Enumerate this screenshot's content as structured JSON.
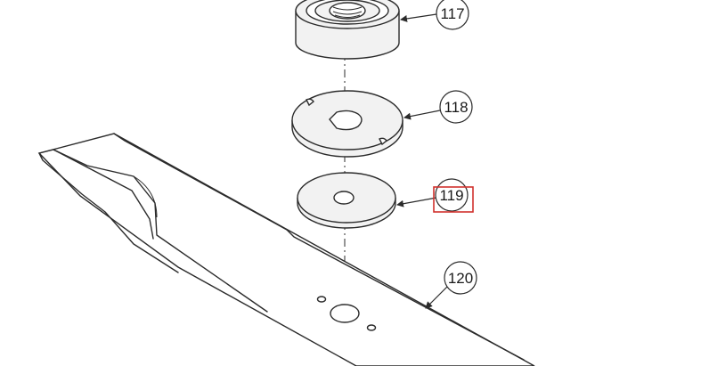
{
  "callouts": [
    {
      "id": "117",
      "label": "117"
    },
    {
      "id": "118",
      "label": "118"
    },
    {
      "id": "119",
      "label": "119"
    },
    {
      "id": "120",
      "label": "120"
    }
  ],
  "highlight": {
    "target": "119",
    "color": "#d0312d"
  }
}
